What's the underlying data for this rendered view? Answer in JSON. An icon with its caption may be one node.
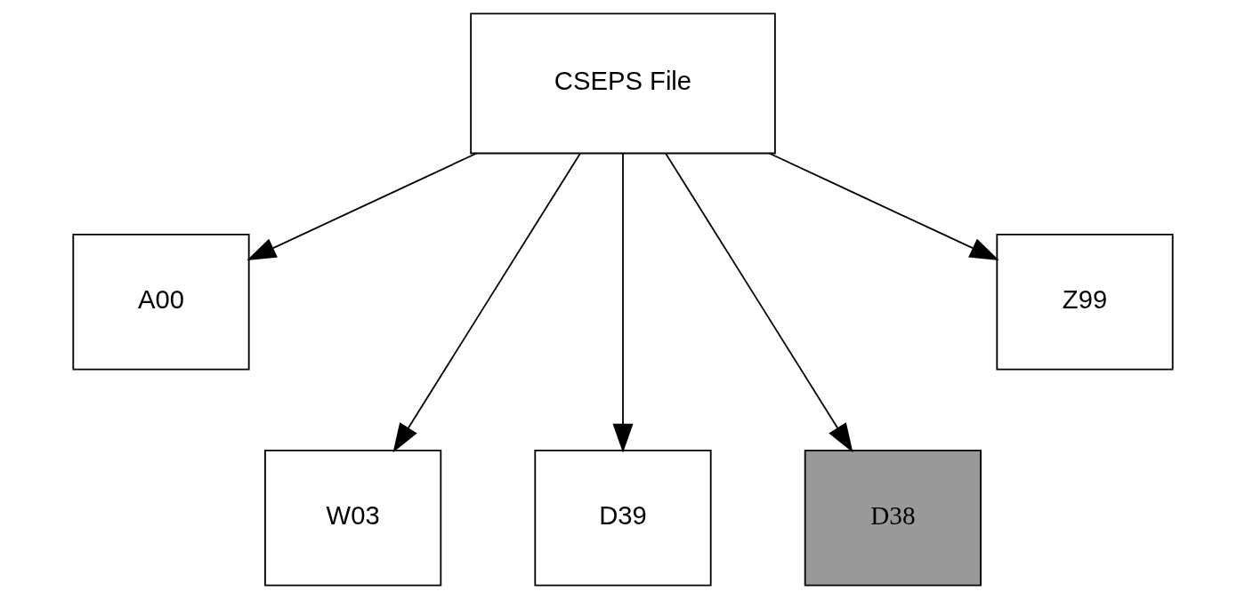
{
  "diagram": {
    "nodes": [
      {
        "text": [
          "CSEPS File"
        ]
      },
      {
        "text": [
          "Z99"
        ]
      },
      {
        "text": [
          "A00"
        ]
      },
      {
        "text": [
          "W03"
        ]
      },
      {
        "text": [
          "D39"
        ]
      },
      {
        "text": [
          "D38"
        ]
      }
    ],
    "edges": [
      {
        "from": 0,
        "to": 2,
        "arrow": "to"
      },
      {
        "from": 0,
        "to": 3,
        "arrow": "to"
      },
      {
        "from": 0,
        "to": 4,
        "arrow": "to"
      },
      {
        "from": 0,
        "to": 5,
        "arrow": "to"
      },
      {
        "from": 0,
        "to": 1,
        "arrow": "to"
      }
    ]
  }
}
